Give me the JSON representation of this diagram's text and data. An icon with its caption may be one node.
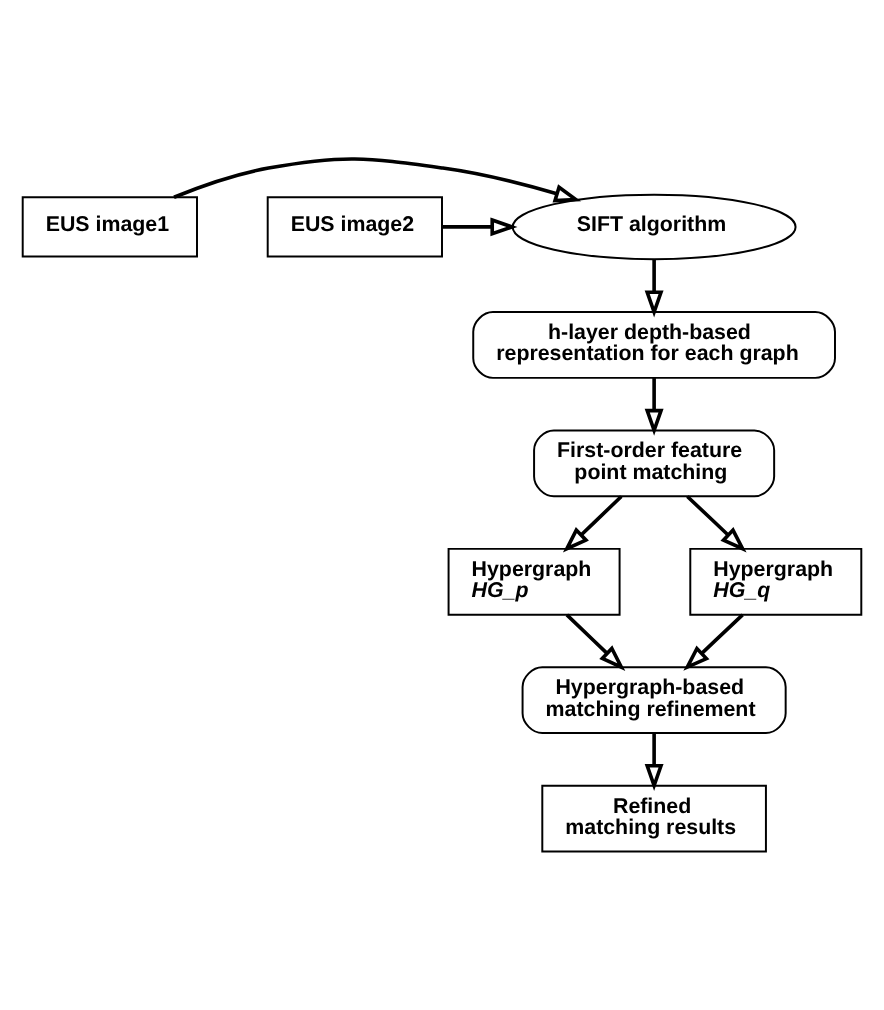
{
  "diagram": {
    "nodes": [
      {
        "text": [
          "EUS image1"
        ]
      },
      {
        "text": [
          "EUS image2"
        ]
      },
      {
        "text": [
          "SIFT algorithm"
        ]
      },
      {
        "text": [
          "h-layer depth-based representation for each graph"
        ]
      },
      {
        "text": [
          "First-order feature point matching"
        ]
      },
      {
        "text": [
          "Hypergraph",
          "HG_p"
        ]
      },
      {
        "text": [
          "Hypergraph",
          "HG_q"
        ]
      },
      {
        "text": [
          "Hypergraph-based matching refinement"
        ]
      },
      {
        "text": [
          "Refined matching results"
        ]
      }
    ],
    "edges": [
      {
        "from": 0,
        "to": 2,
        "arrow": "to"
      },
      {
        "from": 1,
        "to": 2,
        "arrow": "to"
      },
      {
        "from": 2,
        "to": 3,
        "arrow": "to"
      },
      {
        "from": 3,
        "to": 4,
        "arrow": "to"
      },
      {
        "from": 4,
        "to": 5,
        "arrow": "to"
      },
      {
        "from": 4,
        "to": 6,
        "arrow": "to"
      },
      {
        "from": 5,
        "to": 7,
        "arrow": "to"
      },
      {
        "from": 6,
        "to": 7,
        "arrow": "to"
      },
      {
        "from": 7,
        "to": 8,
        "arrow": "to"
      }
    ]
  }
}
